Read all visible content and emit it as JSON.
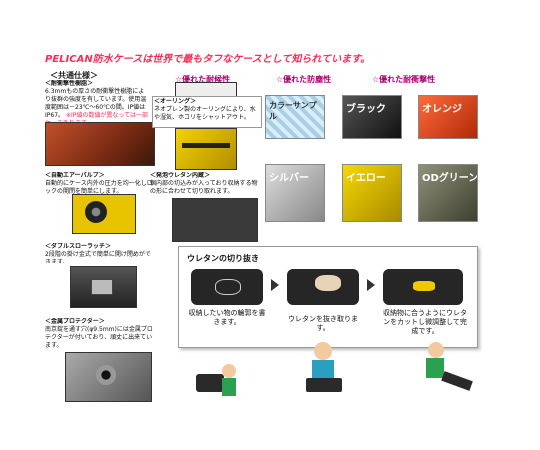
{
  "banner": "PELICAN防水ケースは世界で最もタフなケースとして知られています。",
  "common_spec": "＜共通仕様＞",
  "features": [
    {
      "label": "☆優れた耐候性"
    },
    {
      "label": "☆優れた防塵性"
    },
    {
      "label": "☆優れた耐衝撃性"
    }
  ],
  "boxes": {
    "box1": {
      "title": "＜耐衝撃性樹脂＞",
      "text": "6.3mmもの厚さの耐衝撃性樹脂により抜群の強度を有しています。使用温度範囲は－23℃～60℃の間。IP値はIP67。",
      "warn": "※IP値の数値が異なっては一部ケースあります。"
    },
    "box2": {
      "title": "＜自動エアーバルブ＞",
      "text": "自動的にケース内外の圧力を均一化しロックの開閉を簡単にします。"
    },
    "box3": {
      "title": "＜オーリング＞",
      "text": "ネオプレン製のオーリングにより、水や湿気、ホコリをシャットアウト。"
    },
    "box4": {
      "title": "＜発泡ウレタン内蔵＞",
      "text": "個内部の切込みが入っており収納する物の形に合わせて切り取れます。"
    },
    "box5": {
      "title": "＜ダブルスローラッチ＞",
      "text": "2段階の掛け金式で簡単に開け閉めができます。"
    },
    "box6": {
      "title": "＜金属プロテクター＞",
      "text": "南京錠を通す穴(φ9.5mm)には金属プロテクターが付いており、頑丈に出来ています。"
    }
  },
  "colors": {
    "sample": "カラーサンプル",
    "black": "ブラック",
    "orange": "オレンジ",
    "silver": "シルバー",
    "yellow": "イエロー",
    "od_green": "ODグリーン"
  },
  "urethan": {
    "title": "ウレタンの切り抜き",
    "step1": "収納したい物の輪郭を書きます。",
    "step2": "ウレタンを抜き取ります。",
    "step3": "収納物に合うようにウレタンをカットし微調整して完成です。"
  }
}
